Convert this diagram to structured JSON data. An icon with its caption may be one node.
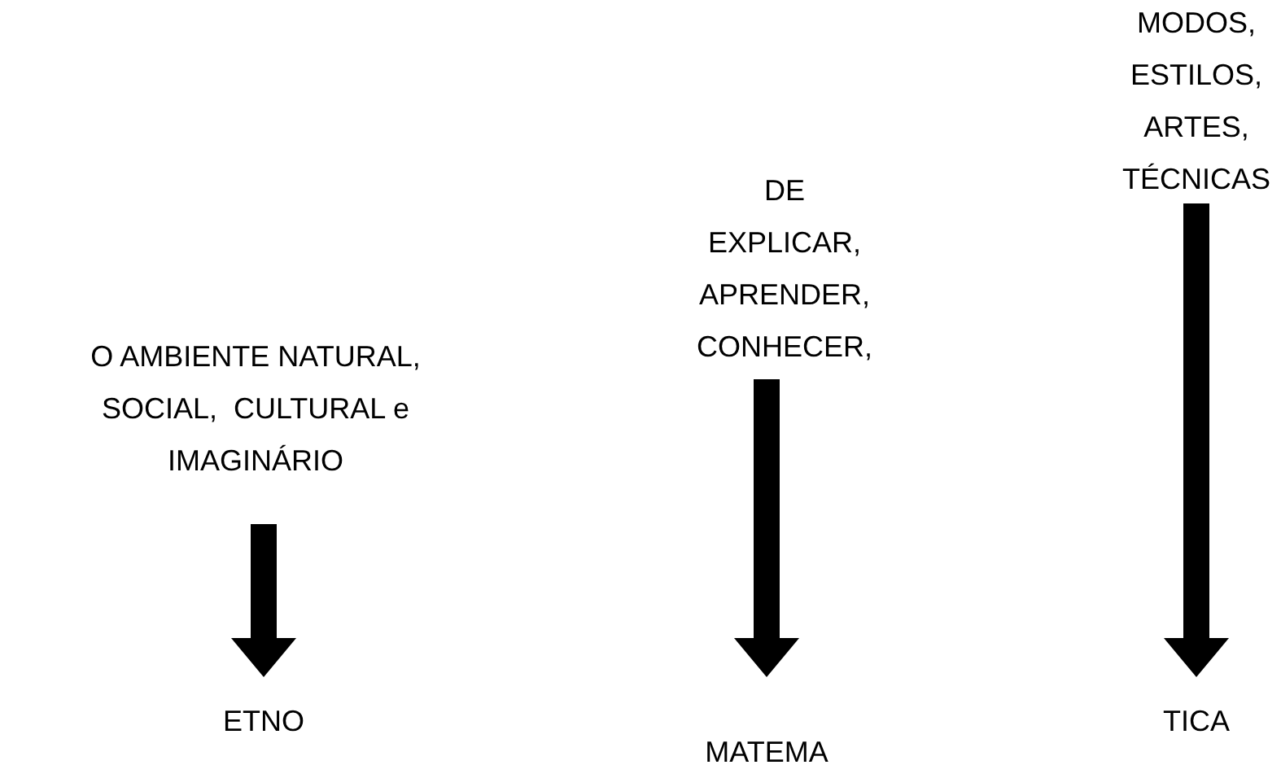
{
  "diagram": {
    "nodes": [
      {
        "text": [
          "O AMBIENTE NATURAL, SOCIAL,  CULTURAL e IMAGINÁRIO"
        ]
      },
      {
        "text": [
          "DE EXPLICAR, APRENDER, CONHECER,"
        ]
      },
      {
        "text": [
          "MODOS, ESTILOS, ARTES, TÉCNICAS"
        ]
      },
      {
        "text": [
          "ETNO"
        ]
      },
      {
        "text": [
          "MATEMA"
        ]
      },
      {
        "text": [
          "TICA"
        ]
      }
    ],
    "edges": [
      {
        "from": 0,
        "to": 3,
        "arrow": "to"
      },
      {
        "from": 1,
        "to": 4,
        "arrow": "to"
      },
      {
        "from": 2,
        "to": 5,
        "arrow": "to"
      }
    ]
  }
}
